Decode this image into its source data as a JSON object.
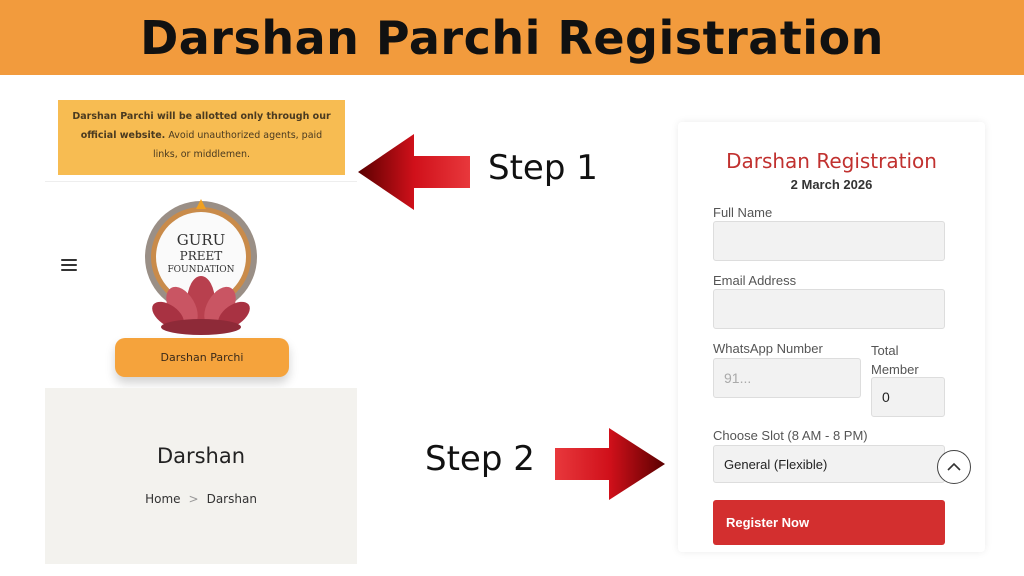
{
  "banner": {
    "title": "Darshan Parchi Registration"
  },
  "left": {
    "notice_bold": "Darshan Parchi will be allotted only through our official website.",
    "notice_rest": " Avoid unauthorized agents, paid links, or middlemen.",
    "logo_text": [
      "GURU",
      "PREET",
      "FOUNDATION"
    ],
    "parchi_button": "Darshan Parchi",
    "page_title": "Darshan",
    "breadcrumb": {
      "home": "Home",
      "separator": ">",
      "current": "Darshan"
    }
  },
  "steps": {
    "step1": "Step 1",
    "step2": "Step 2"
  },
  "form": {
    "title": "Darshan Registration",
    "date": "2 March 2026",
    "full_name_label": "Full Name",
    "full_name_value": "",
    "email_label": "Email Address",
    "email_value": "",
    "whatsapp_label": "WhatsApp Number",
    "whatsapp_placeholder": "91...",
    "total_member_label": "Total Member",
    "total_member_value": "0",
    "slot_label": "Choose Slot (8 AM - 8 PM)",
    "slot_value": "General (Flexible)",
    "register_button": "Register Now"
  },
  "colors": {
    "banner": "#f29b3d",
    "notice": "#f7bc52",
    "accent": "#d32f2f",
    "title": "#c1312f"
  }
}
